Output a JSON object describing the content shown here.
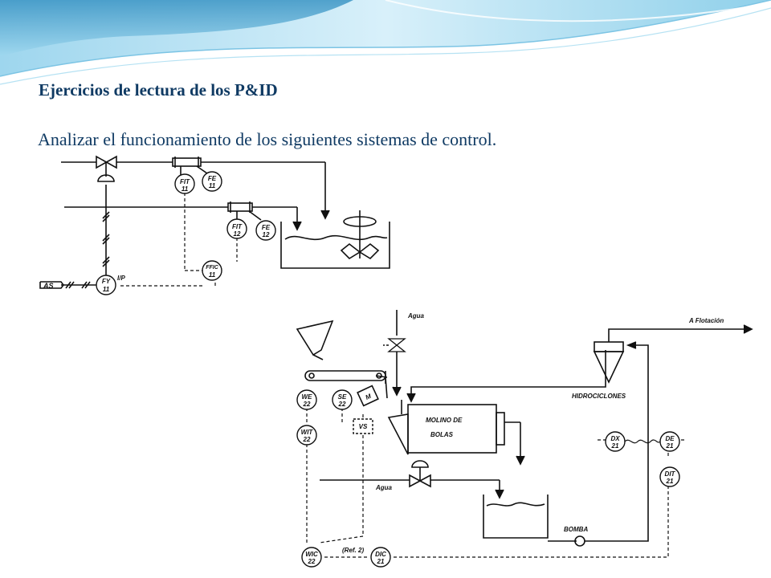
{
  "slide": {
    "heading": "Ejercicios de lectura de los P&ID",
    "subheading": "Analizar el funcionamiento de los siguientes sistemas de control."
  },
  "diagram1": {
    "bubbles": [
      {
        "id": "fit11",
        "tag": "FIT",
        "num": "11"
      },
      {
        "id": "fe11",
        "tag": "FE",
        "num": "11"
      },
      {
        "id": "fit12",
        "tag": "FIT",
        "num": "12"
      },
      {
        "id": "fe12",
        "tag": "FE",
        "num": "12"
      },
      {
        "id": "ffic11",
        "tag": "FFIC",
        "num": "11"
      },
      {
        "id": "fy11",
        "tag": "FY",
        "num": "11"
      }
    ],
    "ip_label": "I/P",
    "as_label": "AS"
  },
  "diagram2": {
    "agua_top": "Agua",
    "flotacion": "A Flotación",
    "hidrociclones": "HIDROCICLONES",
    "molino": [
      "MOLINO DE",
      "BOLAS"
    ],
    "agua_mid": "Agua",
    "bomba": "BOMBA",
    "ref": "(Ref. 2)",
    "motor": "M",
    "vs": "VS",
    "bubbles": [
      {
        "id": "we22",
        "tag": "WE",
        "num": "22"
      },
      {
        "id": "se22",
        "tag": "SE",
        "num": "22"
      },
      {
        "id": "wit22",
        "tag": "WIT",
        "num": "22"
      },
      {
        "id": "dx21",
        "tag": "DX",
        "num": "21"
      },
      {
        "id": "de21",
        "tag": "DE",
        "num": "21"
      },
      {
        "id": "dit21",
        "tag": "DIT",
        "num": "21"
      },
      {
        "id": "wic22",
        "tag": "WIC",
        "num": "22"
      },
      {
        "id": "dic21",
        "tag": "DIC",
        "num": "21"
      }
    ]
  },
  "colors": {
    "heading_text": "#0f3a63",
    "wave_light": "#cdeaf6",
    "wave_mid": "#8fd0ea",
    "wave_dark": "#3f9fcc"
  }
}
